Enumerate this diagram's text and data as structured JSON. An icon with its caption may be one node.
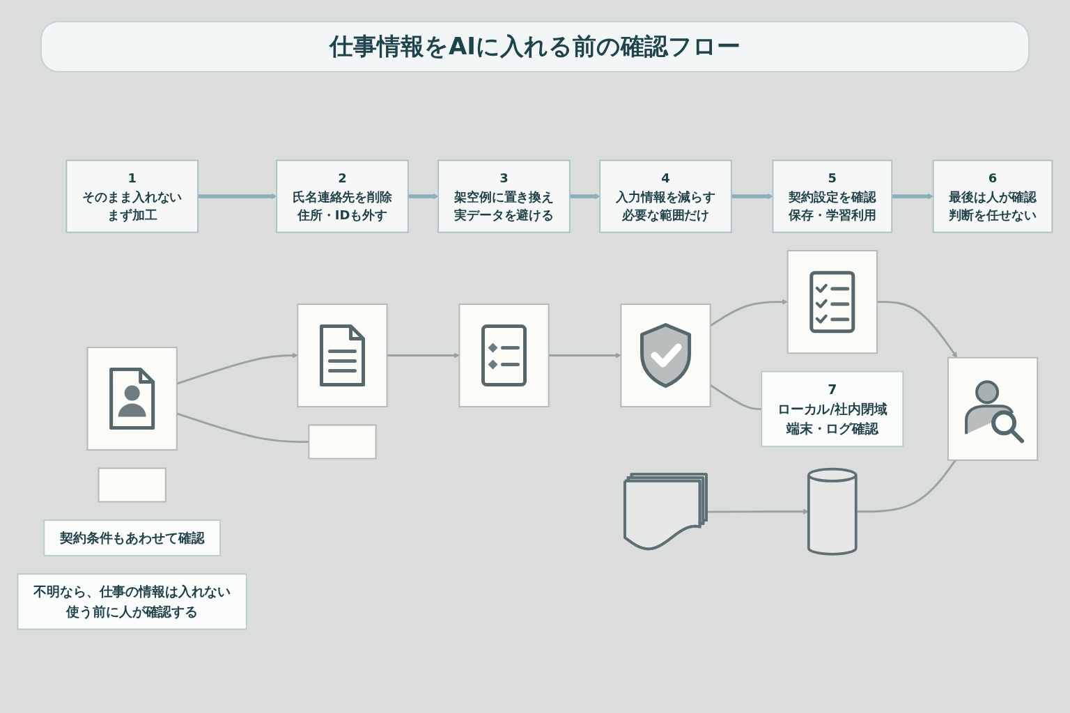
{
  "diagram": {
    "title": "仕事情報をAIに入れる前の確認フロー",
    "nodes": [
      {
        "text": [
          "1",
          "そのまま入れない",
          "まず加工"
        ]
      },
      {
        "text": [
          "2",
          "氏名連絡先を削除",
          "住所・IDも外す"
        ]
      },
      {
        "text": [
          "3",
          "架空例に置き換え",
          "実データを避ける"
        ]
      },
      {
        "text": [
          "4",
          "入力情報を減らす",
          "必要な範囲だけ"
        ]
      },
      {
        "text": [
          "5",
          "契約設定を確認",
          "保存・学習利用"
        ]
      },
      {
        "text": [
          "6",
          "最後は人が確認",
          "判断を任せない"
        ]
      },
      {
        "text": [],
        "shape": "picture"
      },
      {
        "text": [],
        "shape": "picture"
      },
      {
        "text": [],
        "shape": "picture"
      },
      {
        "text": [],
        "shape": "picture"
      },
      {
        "text": [],
        "shape": "picture"
      },
      {
        "text": [],
        "shape": "picture"
      },
      {
        "text": [],
        "shape": "box"
      },
      {
        "text": [],
        "shape": "box"
      },
      {
        "text": [
          "契約条件もあわせて確認"
        ]
      },
      {
        "text": [
          "7",
          "ローカル/社内閉域",
          "端末・ログ確認"
        ]
      },
      {
        "text": [],
        "shape": "document"
      },
      {
        "text": [],
        "shape": "cylinder"
      },
      {
        "text": [
          "不明なら、仕事の情報は入れない",
          "使う前に人が確認する"
        ]
      }
    ],
    "edges": [
      {
        "from": 0,
        "to": 1,
        "arrow": "to",
        "style": "thick",
        "color": "#8cb0b9"
      },
      {
        "from": 1,
        "to": 2,
        "arrow": "to",
        "style": "thick",
        "color": "#8cb0b9"
      },
      {
        "from": 2,
        "to": 3,
        "arrow": "to",
        "style": "thick",
        "color": "#8cb0b9"
      },
      {
        "from": 3,
        "to": 4,
        "arrow": "to",
        "style": "thick",
        "color": "#8cb0b9"
      },
      {
        "from": 4,
        "to": 5,
        "arrow": "to",
        "style": "thick",
        "color": "#8cb0b9"
      },
      {
        "from": 6,
        "to": 7,
        "arrow": "to"
      },
      {
        "from": 7,
        "to": 8,
        "arrow": "to"
      },
      {
        "from": 8,
        "to": 9,
        "arrow": "to"
      },
      {
        "from": 9,
        "to": 10,
        "arrow": "to"
      },
      {
        "from": 10,
        "to": 11,
        "arrow": "to"
      },
      {
        "from": 6,
        "to": 12,
        "arrow": "none"
      },
      {
        "from": 9,
        "to": 15,
        "arrow": "none"
      },
      {
        "from": 16,
        "to": 17,
        "arrow": "to"
      },
      {
        "from": 17,
        "to": 11,
        "arrow": "none"
      }
    ]
  }
}
